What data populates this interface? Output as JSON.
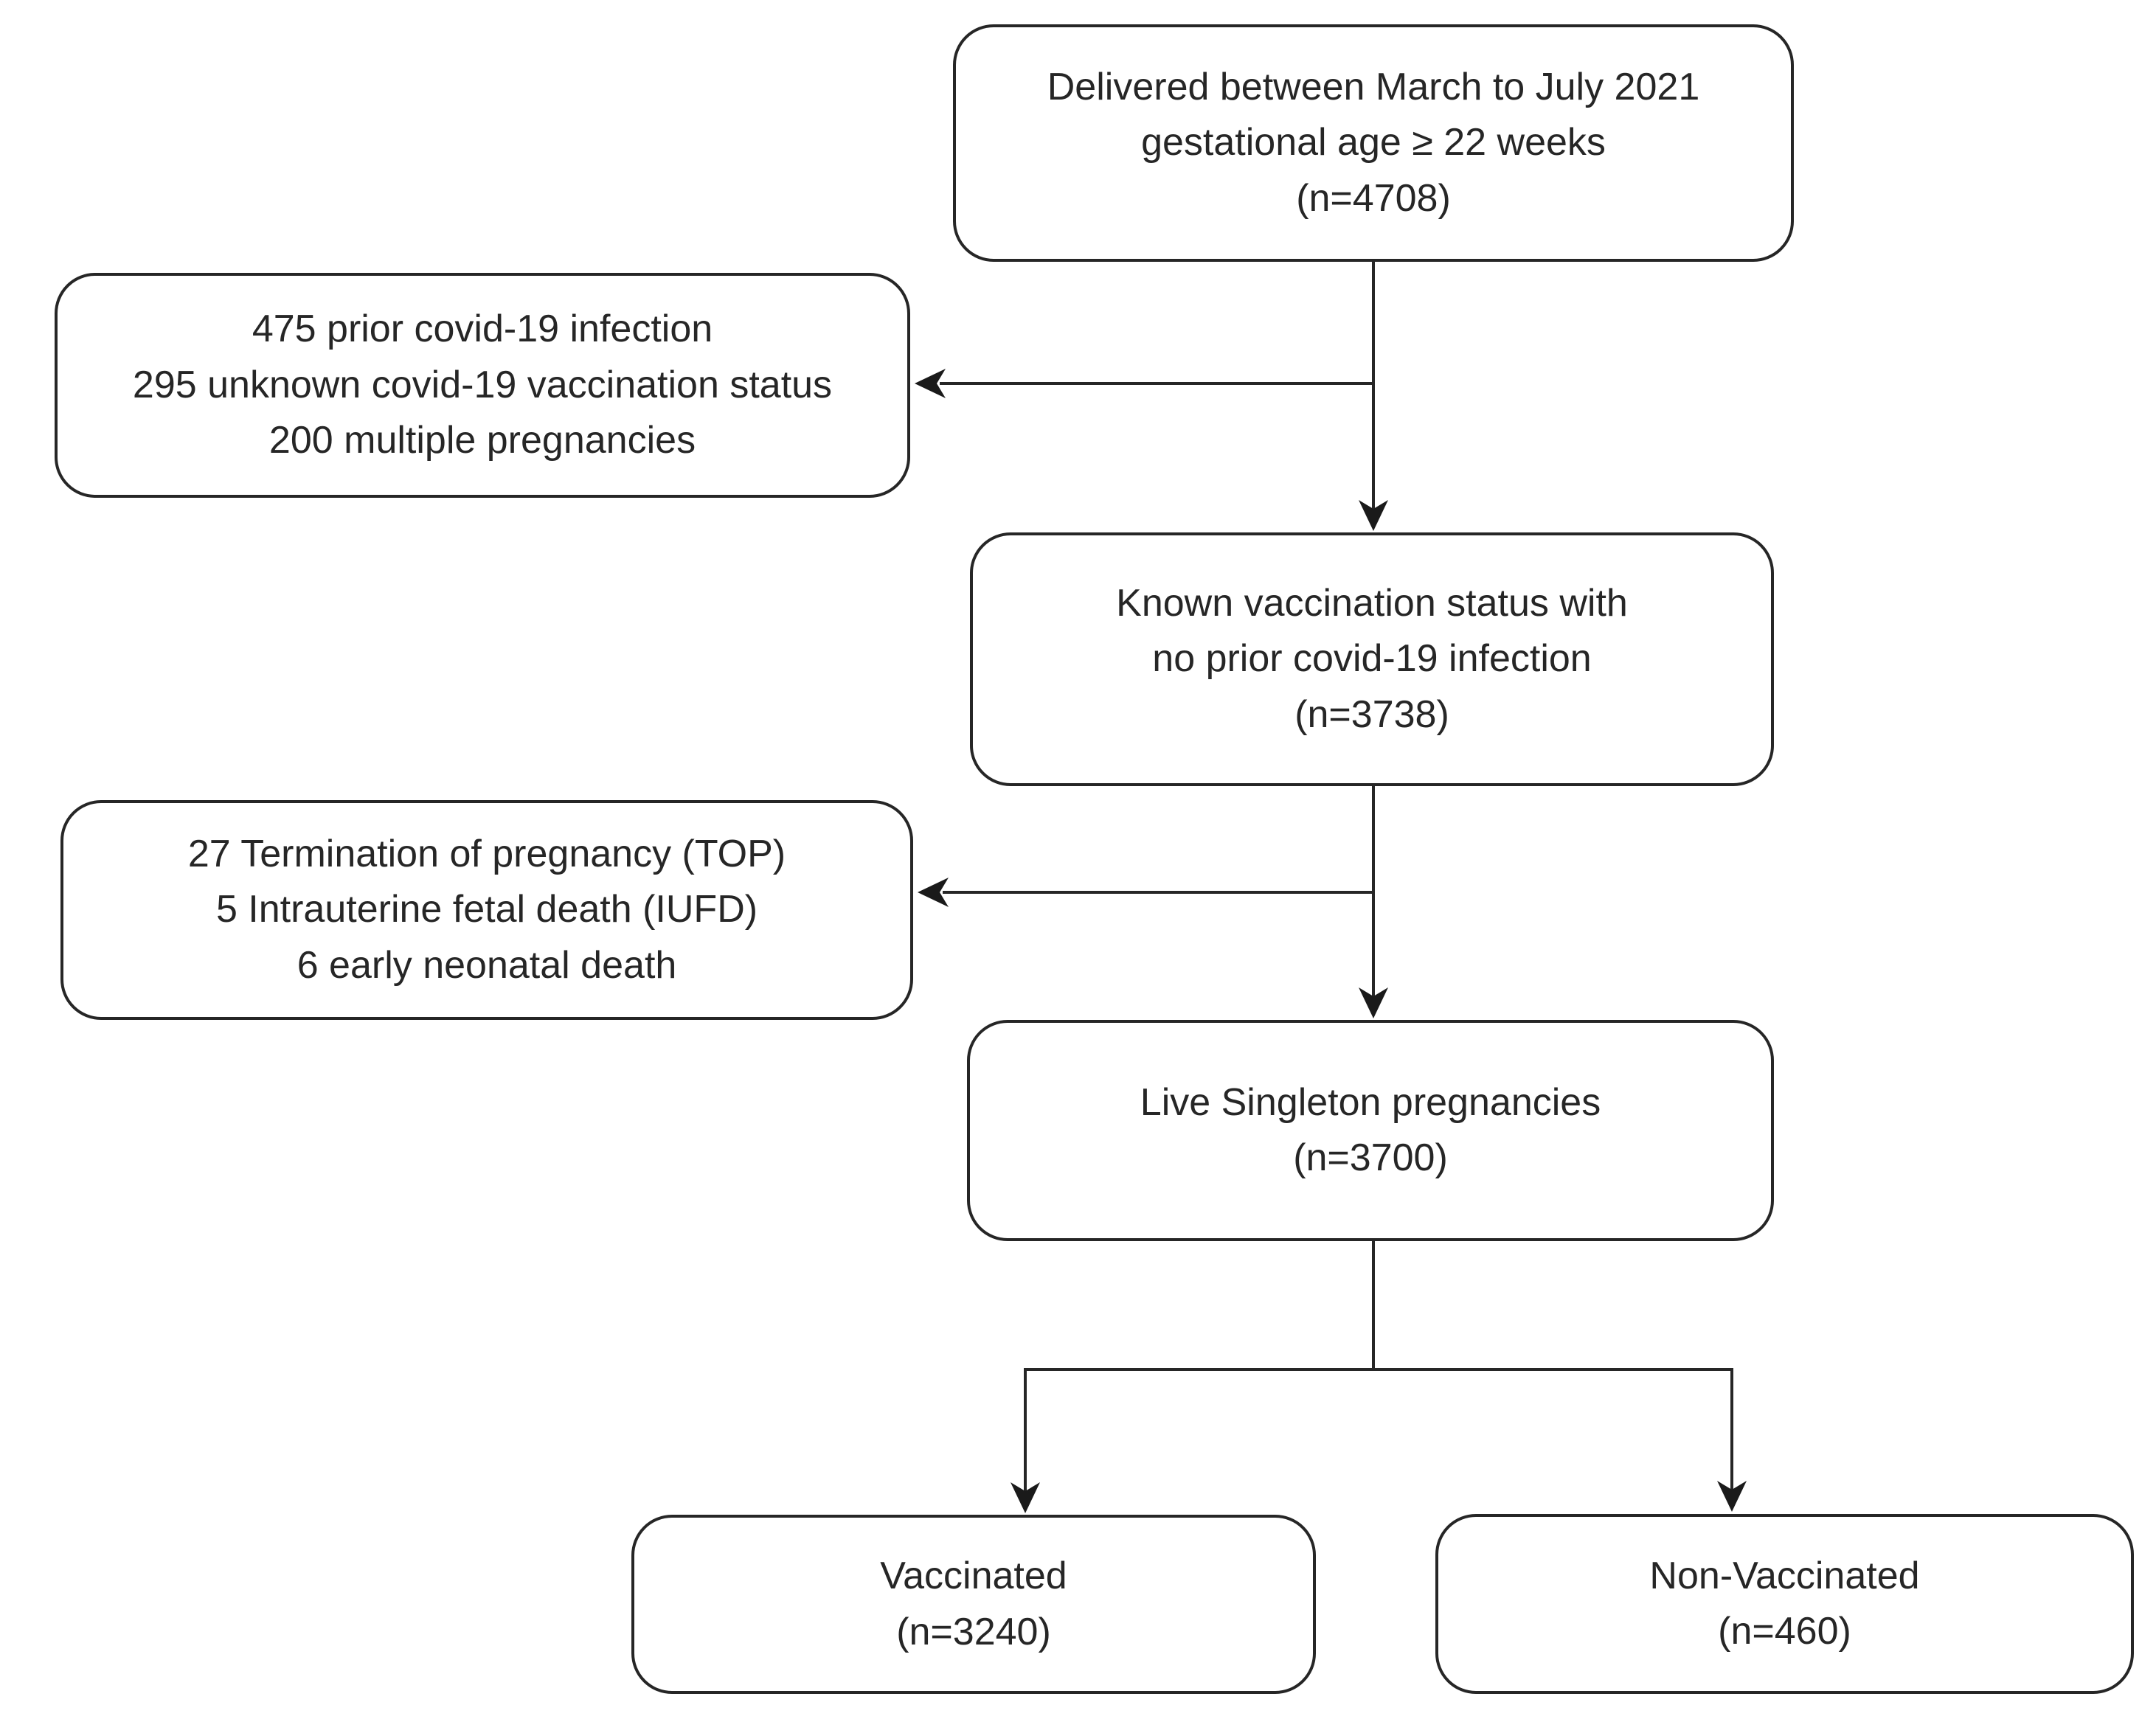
{
  "diagram": {
    "colors": {
      "background": "#ffffff",
      "line": "#262626",
      "box_fill": "#ffffff",
      "text": "#262626"
    },
    "nodes": {
      "delivered": {
        "lines": [
          "Delivered between March to July 2021",
          "gestational age ≥ 22 weeks",
          "(n=4708)"
        ]
      },
      "excluded_before_cohort": {
        "lines": [
          "475 prior covid-19 infection",
          "295 unknown covid-19 vaccination status",
          "200 multiple pregnancies"
        ]
      },
      "known_status": {
        "lines": [
          "Known vaccination status with",
          "no prior covid-19 infection",
          "(n=3738)"
        ]
      },
      "excluded_outcomes": {
        "lines": [
          "27 Termination of pregnancy (TOP)",
          "5 Intrauterine fetal death (IUFD)",
          "6 early neonatal death"
        ]
      },
      "live_singleton": {
        "lines": [
          "Live Singleton pregnancies",
          "(n=3700)"
        ]
      },
      "vaccinated": {
        "lines": [
          "Vaccinated",
          "(n=3240)"
        ]
      },
      "non_vaccinated": {
        "lines": [
          "Non-Vaccinated",
          "(n=460)"
        ]
      }
    }
  }
}
